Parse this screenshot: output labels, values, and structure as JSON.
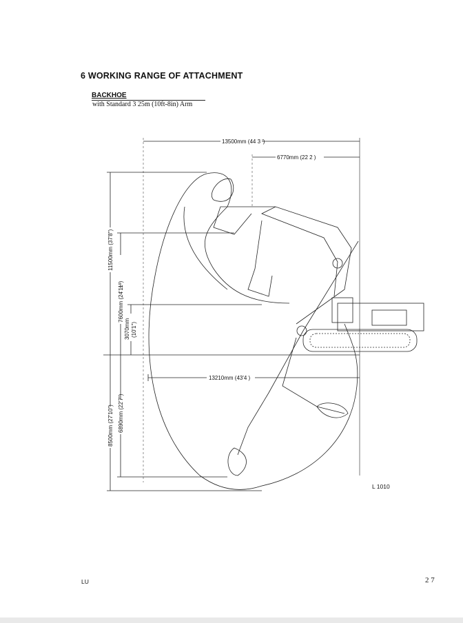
{
  "heading": "6   WORKING RANGE OF ATTACHMENT",
  "subheading": "BACKHOE",
  "subtitle": "with Standard 3 25m (10ft-8in) Arm",
  "dimensions": {
    "max_reach": "13500mm (44 3 ')",
    "min_swing": "6770mm (22 2  )",
    "ground_reach": "13210mm (43'4  )",
    "max_height": "11500mm (37'8\")",
    "max_dump_height": "7600mm (24'11\")",
    "min_dump_height": "3070mm",
    "min_dump_height_ft": "(10'1\")",
    "max_dig_depth": "8500mm (27'10\")",
    "max_vertical_wall": "6890mm (22'7\")"
  },
  "figure_ref": "L 1010",
  "footer_left": "LU",
  "page_number": "2 7"
}
